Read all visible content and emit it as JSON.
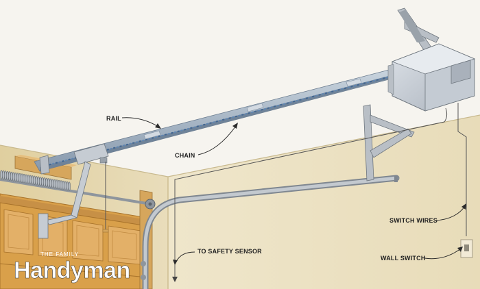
{
  "labels": {
    "rail": "RAIL",
    "chain": "CHAIN",
    "switch_wires": "SWITCH WIRES",
    "to_safety_sensor": "TO SAFETY SENSOR",
    "wall_switch": "WALL SWITCH"
  },
  "brand": {
    "small": "THE FAMILY",
    "name": "Handyman"
  },
  "colors": {
    "wall": "#ede3c6",
    "ceiling": "#f6f4ef",
    "door": "#d9a04a",
    "wood": "#d6a65c",
    "metal": "#b6bcc4",
    "rail": "#9fb2c6",
    "chain": "#5f86b3"
  }
}
